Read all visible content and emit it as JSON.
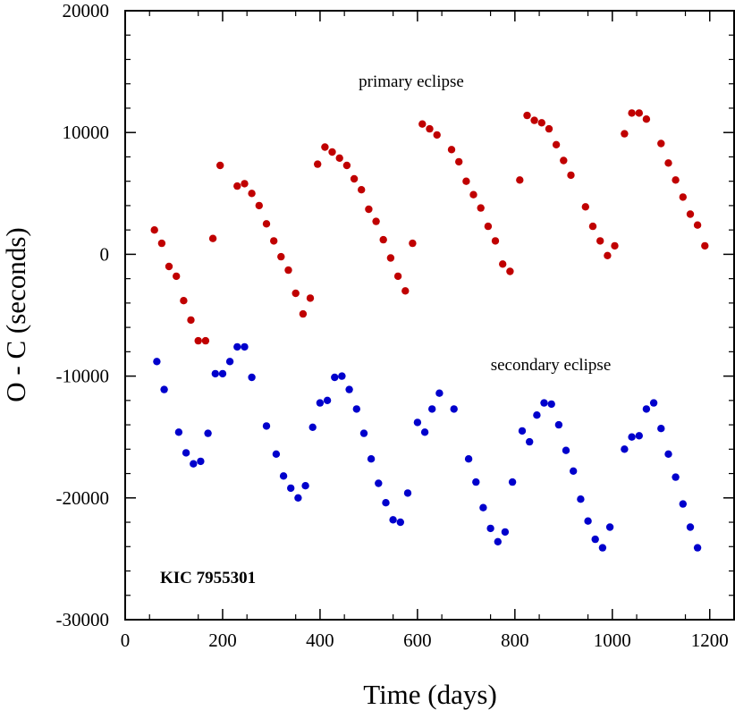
{
  "chart_data": {
    "type": "scatter",
    "title": "",
    "xlabel": "Time (days)",
    "ylabel": "O - C (seconds)",
    "xlim": [
      0,
      1250
    ],
    "ylim": [
      -30000,
      20000
    ],
    "x_ticks": [
      0,
      200,
      400,
      600,
      800,
      1000,
      1200
    ],
    "y_ticks": [
      20000,
      10000,
      0,
      -10000,
      -20000,
      -30000
    ],
    "grid": false,
    "legend": "none",
    "annotations": {
      "primary": "primary eclipse",
      "secondary": "secondary eclipse",
      "object": "KIC 7955301"
    },
    "series": [
      {
        "color": "#c00000",
        "points": [
          [
            60,
            2000
          ],
          [
            75,
            900
          ],
          [
            90,
            -1000
          ],
          [
            105,
            -1800
          ],
          [
            120,
            -3800
          ],
          [
            135,
            -5400
          ],
          [
            150,
            -7100
          ],
          [
            165,
            -7100
          ],
          [
            180,
            1300
          ],
          [
            195,
            7300
          ],
          [
            230,
            5600
          ],
          [
            245,
            5800
          ],
          [
            260,
            5000
          ],
          [
            275,
            4000
          ],
          [
            290,
            2500
          ],
          [
            305,
            1100
          ],
          [
            320,
            -200
          ],
          [
            335,
            -1300
          ],
          [
            350,
            -3200
          ],
          [
            365,
            -4900
          ],
          [
            380,
            -3600
          ],
          [
            395,
            7400
          ],
          [
            410,
            8800
          ],
          [
            425,
            8400
          ],
          [
            440,
            7900
          ],
          [
            455,
            7300
          ],
          [
            470,
            6200
          ],
          [
            485,
            5300
          ],
          [
            500,
            3700
          ],
          [
            515,
            2700
          ],
          [
            530,
            1200
          ],
          [
            545,
            -300
          ],
          [
            560,
            -1800
          ],
          [
            575,
            -3000
          ],
          [
            590,
            900
          ],
          [
            610,
            10700
          ],
          [
            625,
            10300
          ],
          [
            640,
            9800
          ],
          [
            670,
            8600
          ],
          [
            685,
            7600
          ],
          [
            700,
            6000
          ],
          [
            715,
            4900
          ],
          [
            730,
            3800
          ],
          [
            745,
            2300
          ],
          [
            760,
            1100
          ],
          [
            775,
            -800
          ],
          [
            790,
            -1400
          ],
          [
            810,
            6100
          ],
          [
            825,
            11400
          ],
          [
            840,
            11000
          ],
          [
            855,
            10800
          ],
          [
            870,
            10300
          ],
          [
            885,
            9000
          ],
          [
            900,
            7700
          ],
          [
            915,
            6500
          ],
          [
            945,
            3900
          ],
          [
            960,
            2300
          ],
          [
            975,
            1100
          ],
          [
            990,
            -100
          ],
          [
            1005,
            700
          ],
          [
            1025,
            9900
          ],
          [
            1040,
            11600
          ],
          [
            1055,
            11600
          ],
          [
            1070,
            11100
          ],
          [
            1100,
            9100
          ],
          [
            1115,
            7500
          ],
          [
            1130,
            6100
          ],
          [
            1145,
            4700
          ],
          [
            1160,
            3300
          ],
          [
            1175,
            2400
          ],
          [
            1190,
            700
          ]
        ]
      },
      {
        "color": "#0000cc",
        "points": [
          [
            65,
            -8800
          ],
          [
            80,
            -11100
          ],
          [
            110,
            -14600
          ],
          [
            125,
            -16300
          ],
          [
            140,
            -17200
          ],
          [
            155,
            -17000
          ],
          [
            170,
            -14700
          ],
          [
            185,
            -9800
          ],
          [
            200,
            -9800
          ],
          [
            215,
            -8800
          ],
          [
            230,
            -7600
          ],
          [
            245,
            -7600
          ],
          [
            260,
            -10100
          ],
          [
            290,
            -14100
          ],
          [
            310,
            -16400
          ],
          [
            325,
            -18200
          ],
          [
            340,
            -19200
          ],
          [
            355,
            -20000
          ],
          [
            370,
            -19000
          ],
          [
            385,
            -14200
          ],
          [
            400,
            -12200
          ],
          [
            415,
            -12000
          ],
          [
            430,
            -10100
          ],
          [
            445,
            -10000
          ],
          [
            460,
            -11100
          ],
          [
            475,
            -12700
          ],
          [
            490,
            -14700
          ],
          [
            505,
            -16800
          ],
          [
            520,
            -18800
          ],
          [
            535,
            -20400
          ],
          [
            550,
            -21800
          ],
          [
            565,
            -22000
          ],
          [
            580,
            -19600
          ],
          [
            600,
            -13800
          ],
          [
            615,
            -14600
          ],
          [
            630,
            -12700
          ],
          [
            645,
            -11400
          ],
          [
            675,
            -12700
          ],
          [
            705,
            -16800
          ],
          [
            720,
            -18700
          ],
          [
            735,
            -20800
          ],
          [
            750,
            -22500
          ],
          [
            765,
            -23600
          ],
          [
            780,
            -22800
          ],
          [
            795,
            -18700
          ],
          [
            815,
            -14500
          ],
          [
            830,
            -15400
          ],
          [
            845,
            -13200
          ],
          [
            860,
            -12200
          ],
          [
            875,
            -12300
          ],
          [
            890,
            -14000
          ],
          [
            905,
            -16100
          ],
          [
            920,
            -17800
          ],
          [
            935,
            -20100
          ],
          [
            950,
            -21900
          ],
          [
            965,
            -23400
          ],
          [
            980,
            -24100
          ],
          [
            995,
            -22400
          ],
          [
            1025,
            -16000
          ],
          [
            1040,
            -15000
          ],
          [
            1055,
            -14900
          ],
          [
            1070,
            -12700
          ],
          [
            1085,
            -12200
          ],
          [
            1100,
            -14300
          ],
          [
            1115,
            -16400
          ],
          [
            1130,
            -18300
          ],
          [
            1145,
            -20500
          ],
          [
            1160,
            -22400
          ],
          [
            1175,
            -24100
          ]
        ]
      }
    ]
  }
}
